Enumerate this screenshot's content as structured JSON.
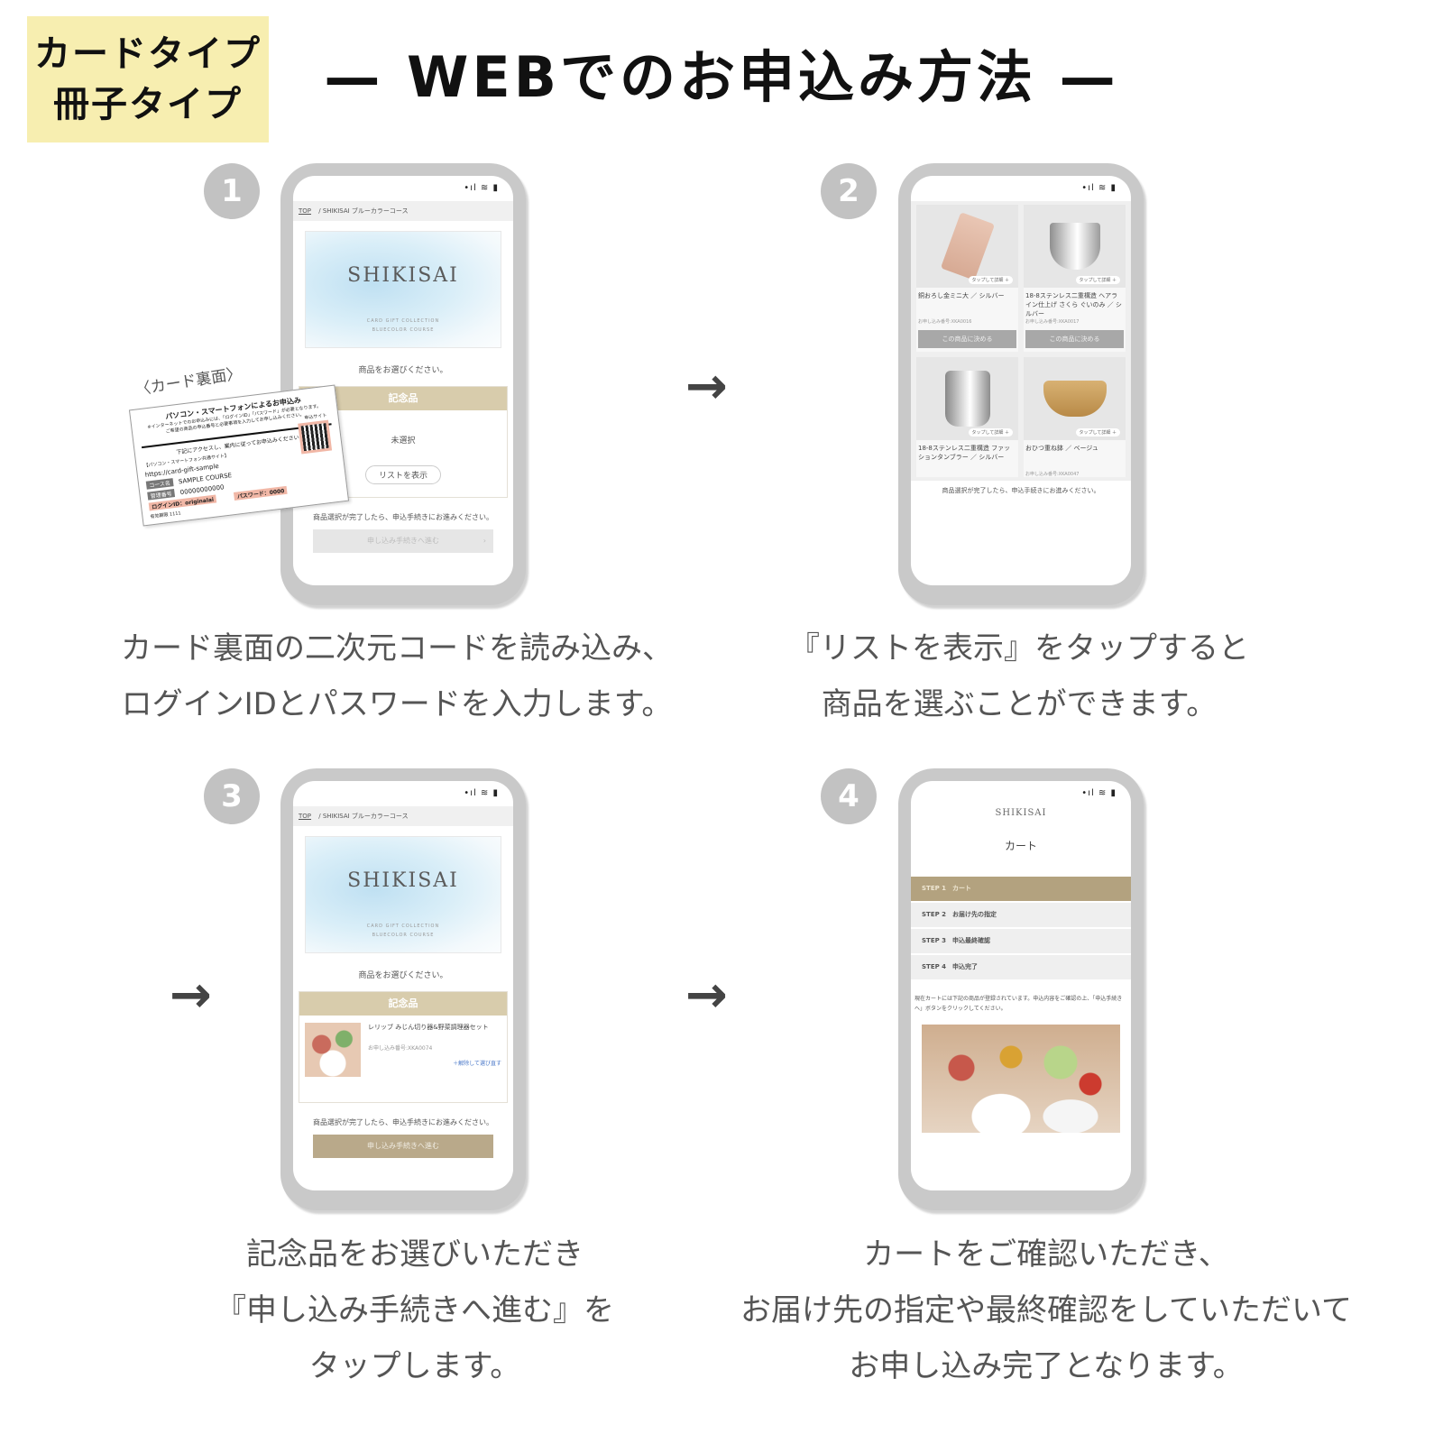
{
  "header": {
    "type_labels": [
      "カードタイプ",
      "冊子タイプ"
    ],
    "title": "— WEBでのお申込み方法 —"
  },
  "steps": [
    {
      "number": "1",
      "caption": [
        "カード裏面の二次元コードを読み込み、",
        "ログインIDとパスワードを入力します。"
      ]
    },
    {
      "number": "2",
      "caption": [
        "『リストを表示』をタップすると",
        "商品を選ぶことができます。"
      ]
    },
    {
      "number": "3",
      "caption": [
        "記念品をお選びいただき",
        "『申し込み手続きへ進む』を",
        "タップします。"
      ]
    },
    {
      "number": "4",
      "caption": [
        "カートをご確認いただき、",
        "お届け先の指定や最終確認をしていただいて",
        "お申し込み完了となります。"
      ]
    }
  ],
  "arrows": [
    "→",
    "→",
    "→"
  ],
  "phone_common": {
    "status": "•ıl ≋ ▮",
    "crumb_top": "TOP",
    "crumb_sep": "/",
    "crumb_page": "SHIKISAI ブルーカラーコース",
    "brand": "SHIKISAI",
    "hero_sub1": "CARD GIFT COLLECTION",
    "hero_sub2": "BLUECOLOR COURSE",
    "prompt": "商品をお選びください。",
    "kinen_head": "記念品",
    "note": "商品選択が完了したら、申込手続きにお進みください。",
    "proceed": "申し込み手続きへ進む",
    "proceed_chevron": "›"
  },
  "phone1": {
    "unselected": "未選択",
    "list_button": "リストを表示"
  },
  "card_back": {
    "label": "〈カード裏面〉",
    "title": "パソコン・スマートフォンによるお申込み",
    "line1": "※インターネットでのお申込みには、「ログインID」「パスワード」が必要となります。",
    "line2": "ご希望の商品の申込番号と必要事項を入力してお申し込みください。",
    "access": "下記にアクセスし、案内に従ってお申込みください",
    "site_label": "【パソコン・スマートフォン共通サイト】",
    "url": "https://card-gift-sample",
    "qr_label": "申込サイト",
    "course_tag": "コース名",
    "course": "SAMPLE COURSE",
    "mgmt_tag": "管理番号",
    "mgmt": "00000000000",
    "login": "ログインID：originalai",
    "password": "パスワード：0000",
    "expiry": "有効期限 1111"
  },
  "phone2": {
    "tap_label": "タップして詳細 ＋",
    "choose_label": "この商品に決める",
    "products": [
      {
        "name": "銅おろし金ミニ大 ／ シルバー",
        "code": "お申し込み番号:XKA0016"
      },
      {
        "name": "18-8ステンレス二重構造 ヘアライン仕上げ さくら ぐいのみ ／ シルバー",
        "code": "お申し込み番号:XKA0017"
      },
      {
        "name": "18-8ステンレス二重構造 ファッションタンブラー ／ シルバー",
        "code": ""
      },
      {
        "name": "おひつ重ね鉢 ／ ベージュ",
        "code": "お申し込み番号:XKA0047"
      }
    ],
    "note": "商品選択が完了したら、申込手続きにお進みください。"
  },
  "phone3": {
    "item_name": "レリッブ みじん切り器&野菜調理器セット",
    "item_code": "お申し込み番号:XKA0074",
    "redo": "＋解除して選び直す"
  },
  "phone4": {
    "brand": "SHIKISAI",
    "title": "カート",
    "steps": [
      "STEP 1　カート",
      "STEP 2　お届け先の指定",
      "STEP 3　申込最終確認",
      "STEP 4　申込完了"
    ],
    "message": "現在カートには下記の商品が登録されています。申込内容をご確認の上、「申込手続きへ」ボタンをクリックしてください。"
  },
  "colors": {
    "badge_bg": "#f7eeb0",
    "step_circle": "#c2c2c2",
    "phone_frame": "#c9c9c9",
    "gold": "#b9a98a"
  }
}
